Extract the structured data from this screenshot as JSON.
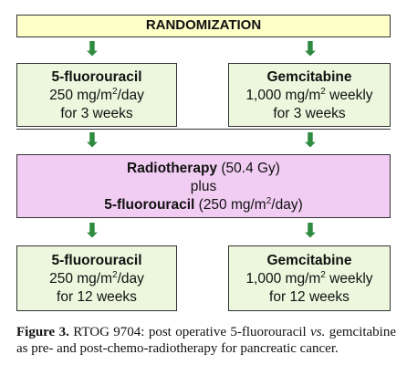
{
  "randomization": {
    "label": "RANDOMIZATION"
  },
  "top_left": {
    "drug": "5-fluorouracil",
    "dose_pre": "250 mg/m",
    "dose_sup": "2",
    "dose_post": "/day",
    "duration": "for 3 weeks"
  },
  "top_right": {
    "drug": "Gemcitabine",
    "dose_pre": "1,000 mg/m",
    "dose_sup": "2",
    "dose_post": " weekly",
    "duration": "for 3 weeks"
  },
  "middle": {
    "line1_bold": "Radiotherapy",
    "line1_rest": " (50.4 Gy)",
    "line2": "plus",
    "line3_bold": "5-fluorouracil",
    "line3_pre": " (250 mg/m",
    "line3_sup": "2",
    "line3_post": "/day)"
  },
  "bottom_left": {
    "drug": "5-fluorouracil",
    "dose_pre": "250 mg/m",
    "dose_sup": "2",
    "dose_post": "/day",
    "duration": "for 12 weeks"
  },
  "bottom_right": {
    "drug": "Gemcitabine",
    "dose_pre": "1,000 mg/m",
    "dose_sup": "2",
    "dose_post": " weekly",
    "duration": "for 12 weeks"
  },
  "arrow_glyph": "⬇",
  "caption": {
    "figure_label": "Figure 3.",
    "text_1": " RTOG 9704: post operative 5-fluorouracil ",
    "vs": "vs.",
    "text_2": " gemcitabine as pre- and post-chemo-radiotherapy for pancreatic cancer."
  },
  "colors": {
    "randomization_bg": "#ffffc8",
    "arm_bg": "#ecf7dd",
    "radiotherapy_bg": "#f2cdf3",
    "arrow": "#2e8b3f"
  }
}
